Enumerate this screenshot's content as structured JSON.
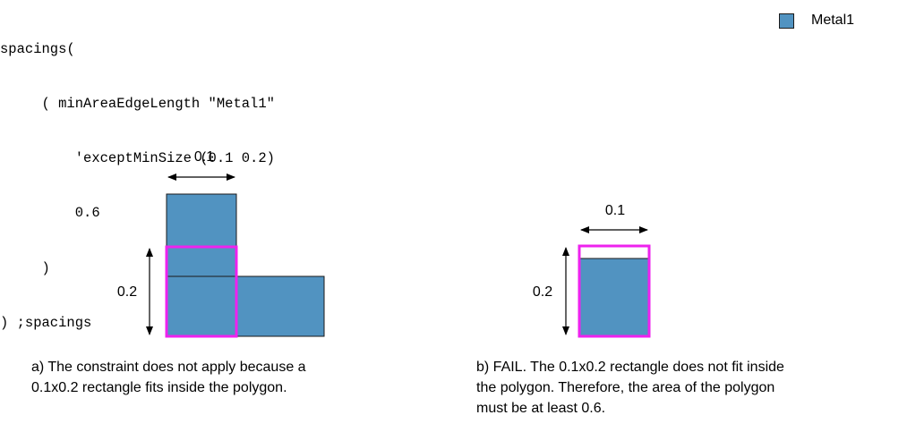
{
  "code_lines": [
    "spacings(",
    "     ( minAreaEdgeLength \"Metal1\"",
    "         'exceptMinSize (0.1 0.2)",
    "         0.6",
    "     )",
    ") ;spacings"
  ],
  "legend": {
    "label": "Metal1",
    "color": "#5193c1"
  },
  "colors": {
    "metal": "#5193c1",
    "outline": "#1a1a1a",
    "highlight": "#ee22ee",
    "arrow": "#000000"
  },
  "example_a": {
    "width_label": "0.1",
    "height_label": "0.2",
    "caption_lines": [
      "a) The constraint does not apply because a",
      "0.1x0.2 rectangle fits inside the polygon."
    ]
  },
  "example_b": {
    "width_label": "0.1",
    "height_label": "0.2",
    "caption_lines": [
      "b) FAIL. The 0.1x0.2 rectangle does not fit inside",
      "the polygon. Therefore, the area of the polygon",
      "must be at least 0.6."
    ]
  }
}
